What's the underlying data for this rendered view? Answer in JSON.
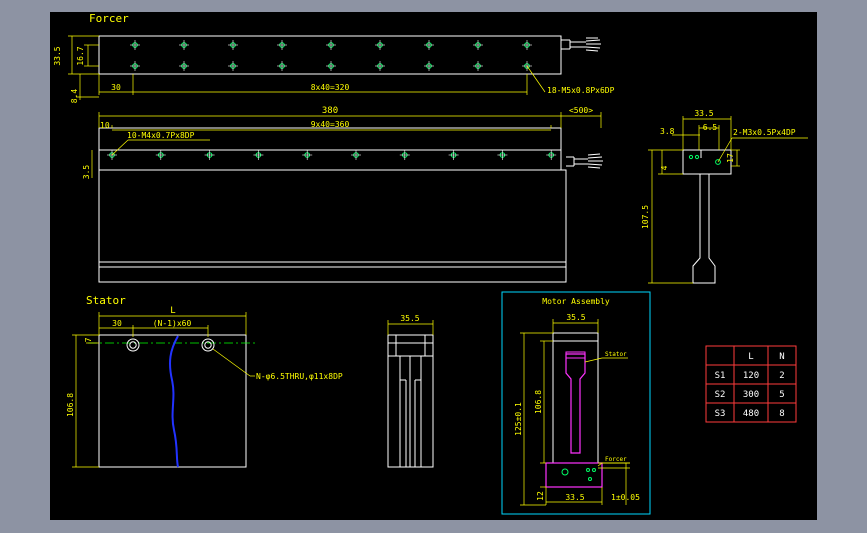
{
  "colors": {
    "background": "#8d93a3",
    "paper": "#000000",
    "outline": "#ffffff",
    "dimension": "#ffff00",
    "hole": "#00ff66",
    "centerline": "#00ff00",
    "frame": "#00d8ff",
    "magenta": "#ff33ff",
    "blue": "#2233ff",
    "table": "#ff3b3b"
  },
  "forcer": {
    "title": "Forcer",
    "dims": {
      "d33_5": "33.5",
      "d16_7": "16.7",
      "d8_4": "8.4",
      "d30": "30",
      "pitch": "8x40=320",
      "holes": "18-M5x0.8Px6DP"
    }
  },
  "stator_top": {
    "dims": {
      "d380": "380",
      "d500": "<500>",
      "d10": "10",
      "pitch": "9x40=360",
      "holes": "10-M4x0.7Px8DP",
      "d3_5": "3.5"
    }
  },
  "side_view": {
    "dims": {
      "d33_5": "33.5",
      "d6_5": "6.5",
      "d3_8": "3.8",
      "holes": "2-M3x0.5Px4DP",
      "d4": "4",
      "d17": "17",
      "d107_5": "107.5"
    }
  },
  "stator": {
    "title": "Stator",
    "dims": {
      "L": "L",
      "d30": "30",
      "pitch": "(N-1)x60",
      "d7": "7",
      "holes": "N-φ6.5THRU,φ11x8DP",
      "d106_8": "106.8"
    }
  },
  "end_view": {
    "dims": {
      "d35_5": "35.5"
    }
  },
  "assembly": {
    "title": "Motor Assembly",
    "dims": {
      "d35_5": "35.5",
      "d125": "125±0.1",
      "d106_8": "106.8",
      "d12": "12",
      "d33_5": "33.5",
      "d1": "1±0.05"
    },
    "labels": {
      "stator": "Stator",
      "forcer": "Forcer"
    }
  },
  "table": {
    "headers": [
      "",
      "L",
      "N"
    ],
    "rows": [
      [
        "S1",
        "120",
        "2"
      ],
      [
        "S2",
        "300",
        "5"
      ],
      [
        "S3",
        "480",
        "8"
      ]
    ]
  }
}
